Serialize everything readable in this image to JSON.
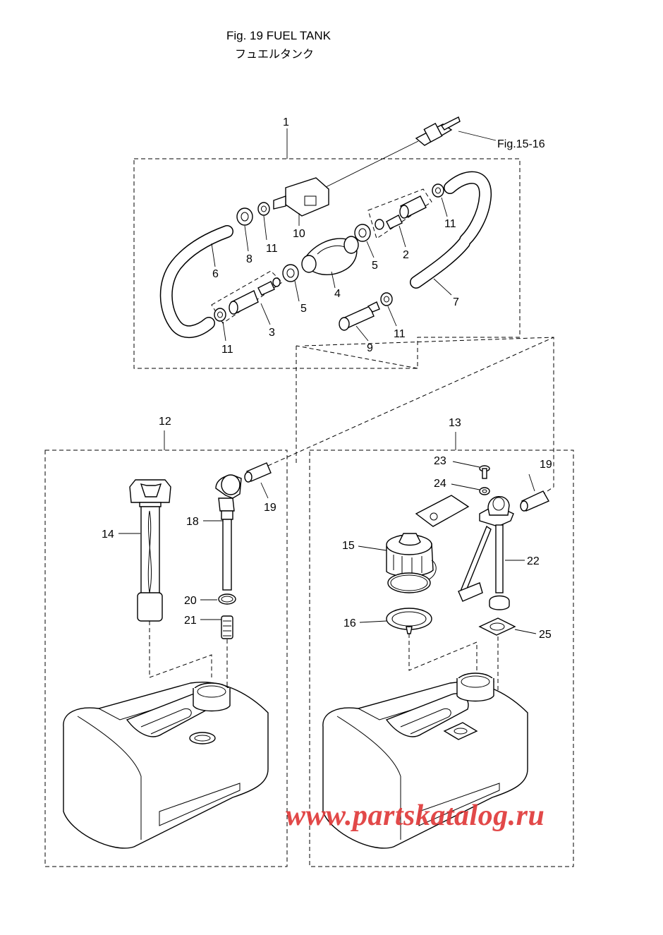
{
  "figure": {
    "title": "Fig. 19  FUEL TANK",
    "subtitle": "フュエルタンク",
    "reference": "Fig.15-16"
  },
  "callouts": {
    "c1": "1",
    "c2": "2",
    "c3": "3",
    "c4": "4",
    "c5a": "5",
    "c5b": "5",
    "c6": "6",
    "c7": "7",
    "c8": "8",
    "c9": "9",
    "c10": "10",
    "c11a": "11",
    "c11b": "11",
    "c11c": "11",
    "c11d": "11",
    "c12": "12",
    "c13": "13",
    "c14": "14",
    "c15": "15",
    "c16": "16",
    "c18": "18",
    "c19a": "19",
    "c19b": "19",
    "c20": "20",
    "c21": "21",
    "c22": "22",
    "c23": "23",
    "c24": "24",
    "c25": "25"
  },
  "watermark": "www.partskatalog.ru"
}
